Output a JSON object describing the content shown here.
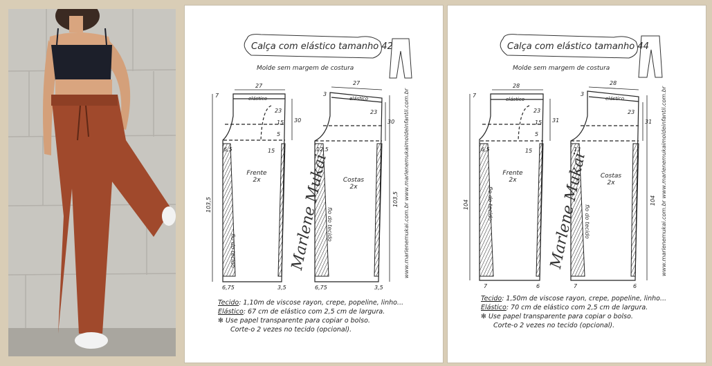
{
  "sheets": [
    {
      "title": "Calça com elástico tamanho 42",
      "subtitle": "Molde sem margem de costura",
      "front": {
        "label": "Frente",
        "qty": "2x",
        "grain": "fio do tecido"
      },
      "back": {
        "label": "Costas",
        "qty": "2x",
        "grain": "fio do tecido"
      },
      "dims": {
        "front_top": "27",
        "back_top": "27",
        "front_length": "103,5",
        "back_length": "103,5",
        "waist_band": "elástico",
        "d23": "23",
        "d30": "30",
        "d15a": "15",
        "d15b": "15",
        "d5": "5",
        "d3": "3",
        "d7": "7",
        "crotch_front": "6,5",
        "crotch_back": "12,5",
        "hem_front_left": "6,75",
        "hem_front_right": "3,5",
        "hem_back_left": "6,75",
        "hem_back_right": "3,5"
      },
      "url": "www.marlenemukai.com.br  www.marlenemukaimoldeinfantil.com.br",
      "signature": "Marlene Mukai",
      "notes": {
        "fabric_label": "Tecido",
        "fabric_text": ": 1,10m  de viscose rayon, crepe, popeline, linho...",
        "elastic_label": "Elástico",
        "elastic_text": ": 67 cm de elástico com 2,5 cm de largura.",
        "note1": "✻ Use papel transparente para copiar o bolso.",
        "note2": "Corte-o 2 vezes no tecido (opcional)."
      }
    },
    {
      "title": "Calça com elástico tamanho 44",
      "subtitle": "Molde sem margem de costura",
      "front": {
        "label": "Frente",
        "qty": "2x",
        "grain": "fio do tecido"
      },
      "back": {
        "label": "Costas",
        "qty": "2x",
        "grain": "fio do tecido"
      },
      "dims": {
        "front_top": "28",
        "back_top": "28",
        "front_length": "104",
        "back_length": "104",
        "waist_band": "elástico",
        "d23": "23",
        "d31": "31",
        "d15a": "15",
        "d15b": "15",
        "d5": "5",
        "d3": "3",
        "d7": "7",
        "crotch_front": "6,5",
        "crotch_back": "13",
        "hem_front_left": "7",
        "hem_front_right": "6",
        "hem_back_left": "7",
        "hem_back_right": "6"
      },
      "url": "www.marlenemukai.com.br  www.marlenemukaimoldeinfantil.com.br",
      "signature": "Marlene Mukai",
      "notes": {
        "fabric_label": "Tecido",
        "fabric_text": ": 1,50m  de viscose rayon, crepe, popeline, linho...",
        "elastic_label": "Elástico",
        "elastic_text": ": 70 cm de elástico com 2,5 cm de largura.",
        "note1": "✻ Use papel transparente para copiar o bolso.",
        "note2": "Corte-o 2 vezes no tecido (opcional)."
      }
    }
  ],
  "colors": {
    "pants": "#a0492c",
    "top": "#1c1f2a",
    "wall": "#c9c7c2",
    "frame": "#d9cdb6"
  }
}
